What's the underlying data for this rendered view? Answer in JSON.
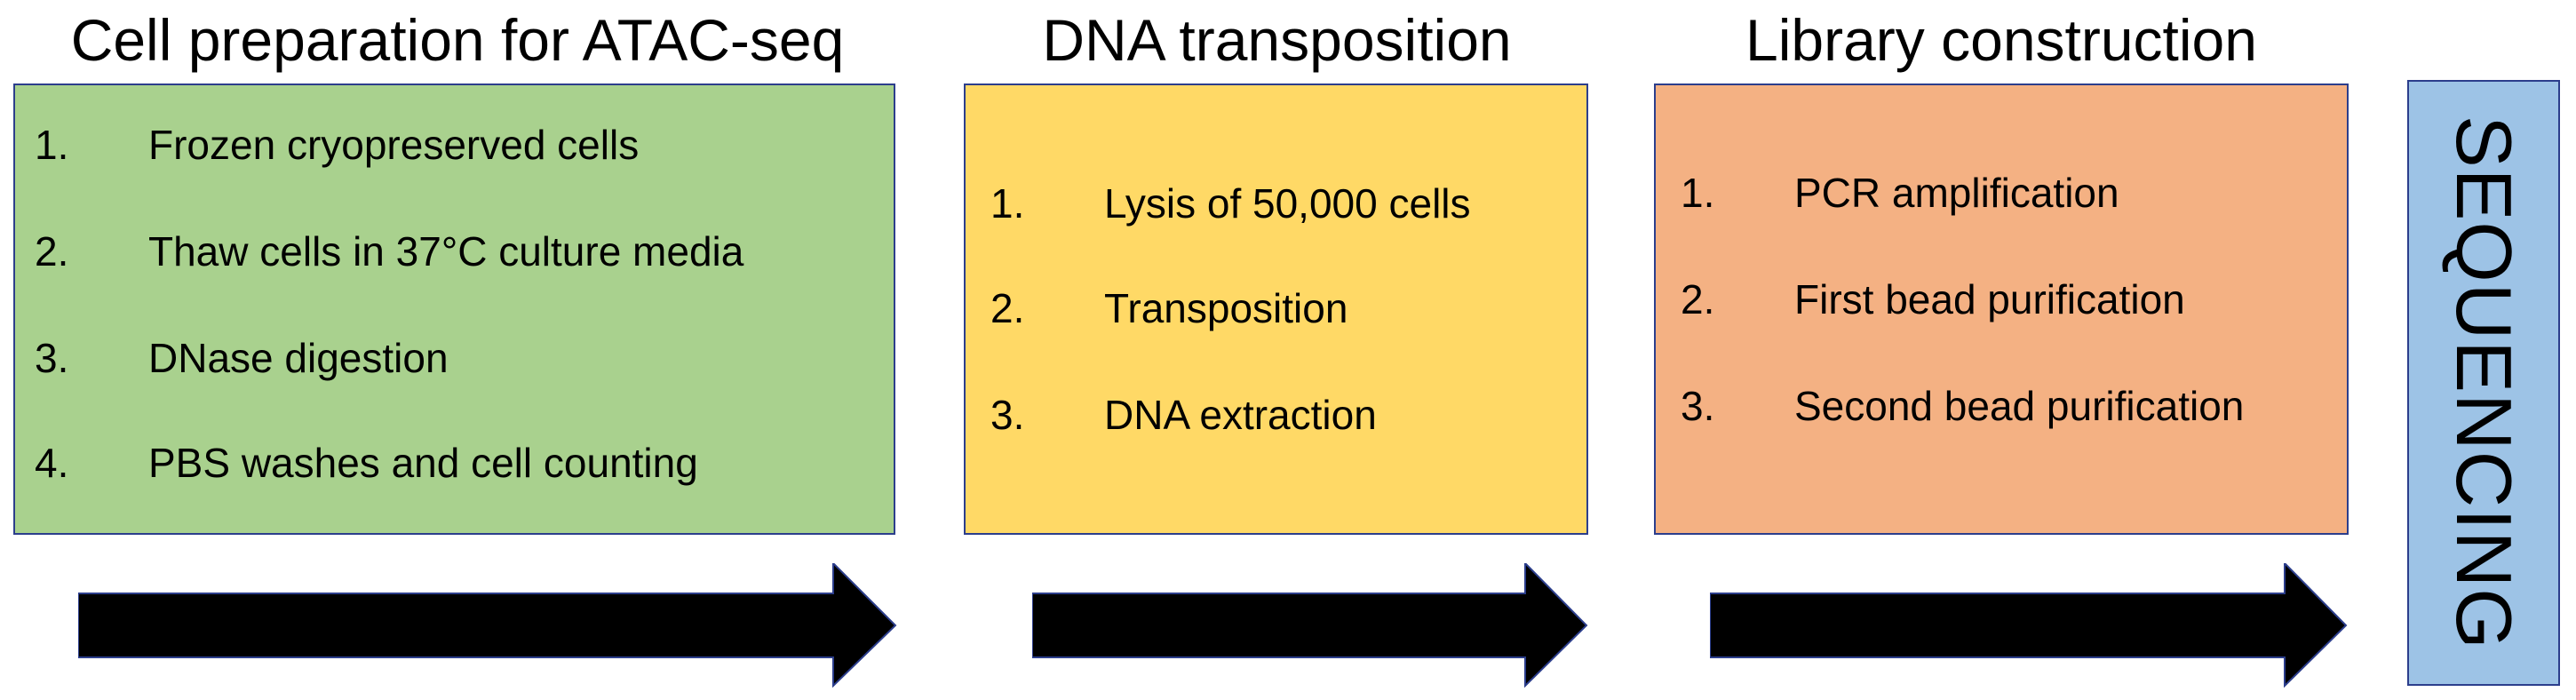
{
  "colors": {
    "box_green": "#a9d18e",
    "box_yellow": "#ffd966",
    "box_orange": "#f4b183",
    "box_blue": "#9dc3e6",
    "arrow": "#000000",
    "border": "#2c3e8c"
  },
  "stages": [
    {
      "title": "Cell preparation for ATAC-seq",
      "steps": [
        {
          "num": "1.",
          "text": "Frozen cryopreserved cells"
        },
        {
          "num": "2.",
          "text": "Thaw cells in 37°C culture media"
        },
        {
          "num": "3.",
          "text": "DNase digestion"
        },
        {
          "num": "4.",
          "text": "PBS washes and cell counting"
        }
      ]
    },
    {
      "title": "DNA transposition",
      "steps": [
        {
          "num": "1.",
          "text": "Lysis of 50,000 cells"
        },
        {
          "num": "2.",
          "text": "Transposition"
        },
        {
          "num": "3.",
          "text": "DNA extraction"
        }
      ]
    },
    {
      "title": "Library construction",
      "steps": [
        {
          "num": "1.",
          "text": "PCR amplification"
        },
        {
          "num": "2.",
          "text": "First bead purification"
        },
        {
          "num": "3.",
          "text": "Second bead purification"
        }
      ]
    }
  ],
  "final": {
    "label": "SEQUENCING"
  }
}
